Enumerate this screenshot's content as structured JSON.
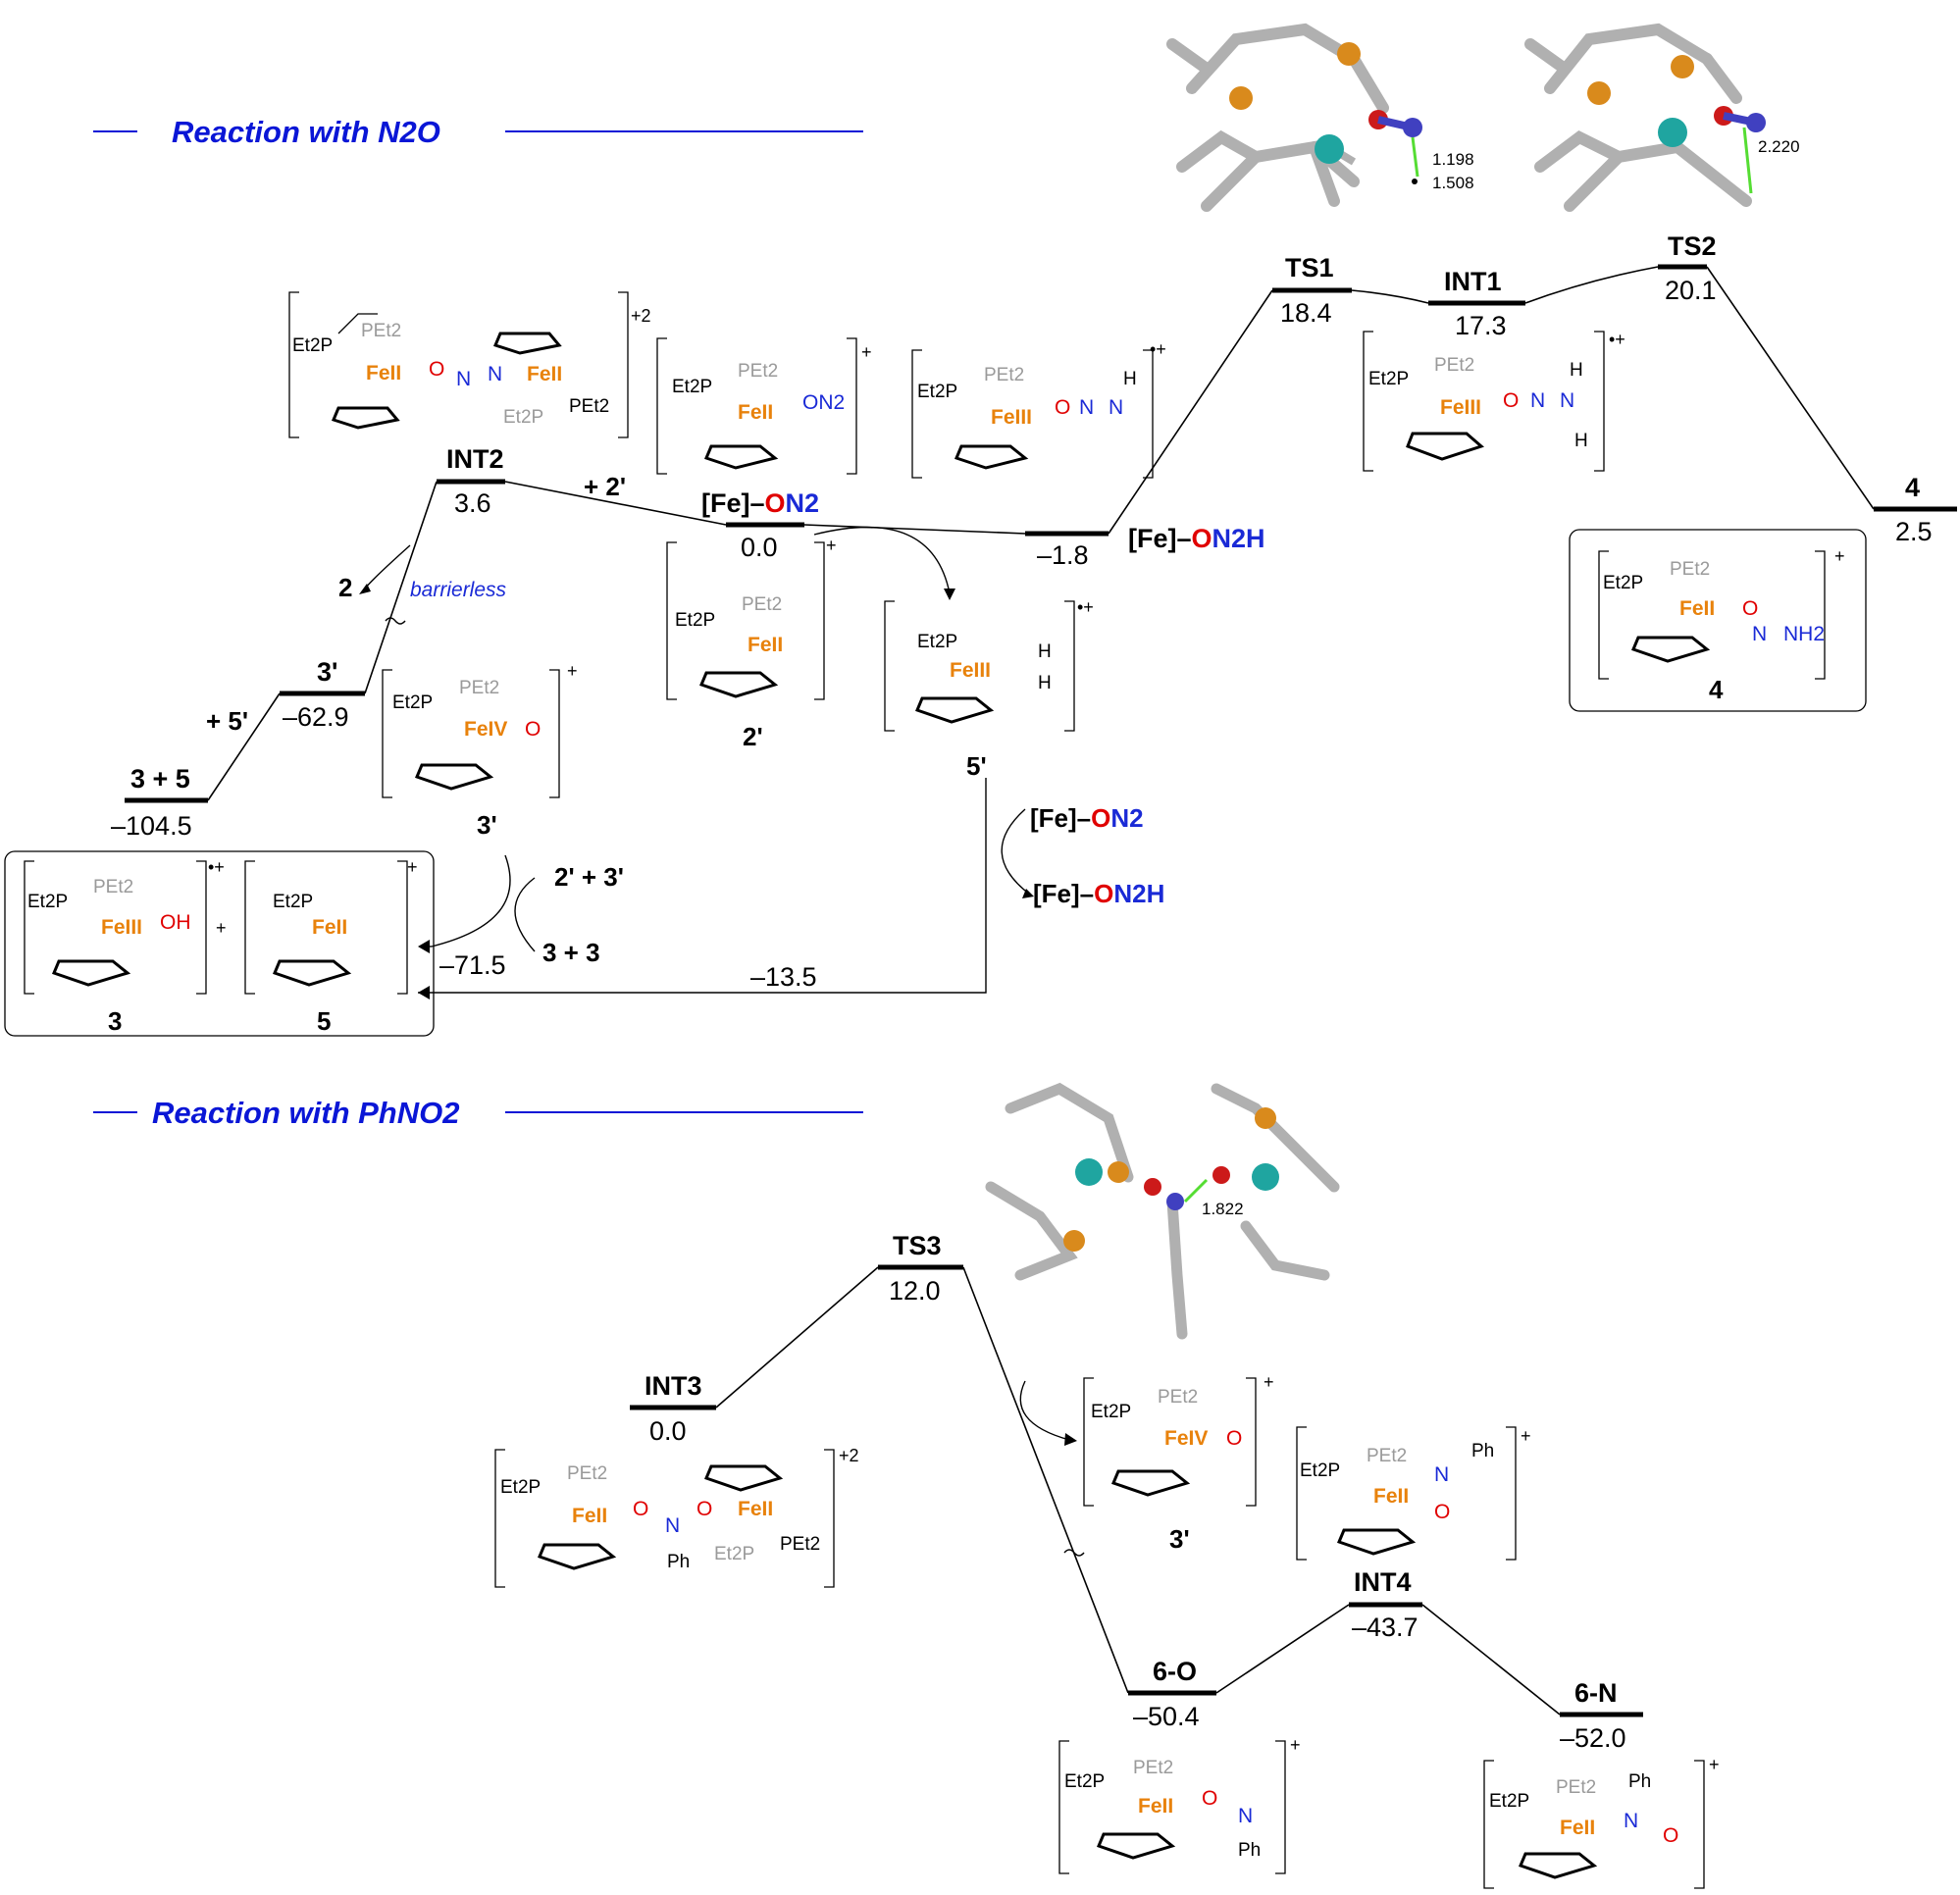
{
  "sections": {
    "n2o_title": "Reaction with N2O",
    "phno2_title": "Reaction with PhNO2"
  },
  "levels": {
    "int2": {
      "name": "INT2",
      "energy": "3.6"
    },
    "fe_on2": {
      "name": "[Fe]–ON2",
      "energy": "0.0"
    },
    "fe_on2h": {
      "name": "[Fe]–ON2H",
      "energy": "–1.8"
    },
    "ts1": {
      "name": "TS1",
      "energy": "18.4"
    },
    "int1": {
      "name": "INT1",
      "energy": "17.3"
    },
    "ts2": {
      "name": "TS2",
      "energy": "20.1"
    },
    "p4": {
      "name": "4",
      "energy": "2.5"
    },
    "p3prime": {
      "name": "3'",
      "energy": "–62.9"
    },
    "p35": {
      "name": "3 + 5",
      "energy": "–104.5"
    },
    "int3": {
      "name": "INT3",
      "energy": "0.0"
    },
    "ts3": {
      "name": "TS3",
      "energy": "12.0"
    },
    "o6": {
      "name": "6-O",
      "energy": "–50.4"
    },
    "int4": {
      "name": "INT4",
      "energy": "–43.7"
    },
    "n6": {
      "name": "6-N",
      "energy": "–52.0"
    }
  },
  "annotations": {
    "plus_2prime": "+ 2'",
    "minus_2": "2",
    "barrierless": "barrierless",
    "plus_5prime": "+ 5'",
    "two_plus_three": "2' + 3'",
    "three_plus_three": "3 + 3",
    "e_715": "–71.5",
    "e_135": "–13.5",
    "fe_on2_arrow": "[Fe]–ON2",
    "fe_on2h_arrow": "[Fe]–ON2H"
  },
  "compound_labels": {
    "c2prime": "2'",
    "c5prime": "5'",
    "c3prime": "3'",
    "c3": "3",
    "c5": "5",
    "c4": "4",
    "c3prime_b": "3'"
  },
  "distances": {
    "ts1_a": "1.198",
    "ts1_b": "1.508",
    "ts2": "2.220",
    "ts3": "1.822"
  },
  "struct_text": {
    "et2p": "Et2P",
    "pet2": "PEt2",
    "fe2": "FeII",
    "fe3": "FeIII",
    "fe4": "FeIV",
    "ph": "Ph",
    "h": "H",
    "o": "O",
    "n": "N",
    "on2": "ON2",
    "oh": "OH",
    "nh2": "NH2",
    "charge_plus": "+",
    "charge_2plus": "+2",
    "charge_rad": "•+"
  },
  "colors": {
    "fe": "#e8820c",
    "oxygen": "#e00000",
    "nitrogen": "#1a2ad6",
    "title_blue": "#0a16d6",
    "atom_fe": "#1fa5a0",
    "atom_p": "#d98a1c",
    "atom_o": "#cc1a1a",
    "atom_n": "#4040c0",
    "bond_gray": "#b0b0b0",
    "contact_green": "#55dd33"
  }
}
